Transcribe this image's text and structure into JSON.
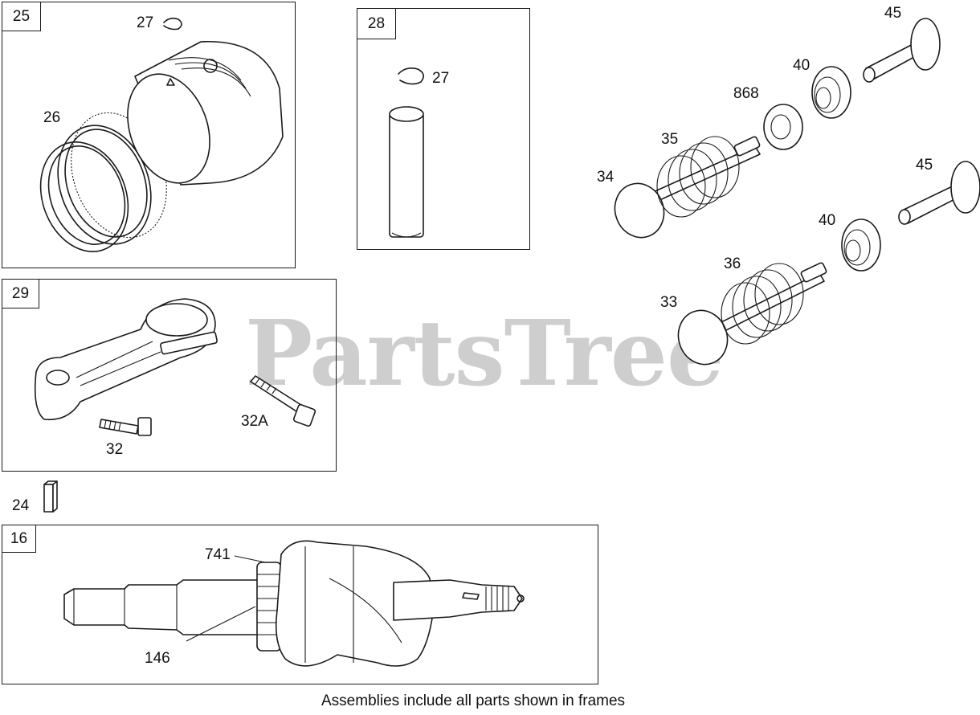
{
  "watermark": "PartsTree",
  "footer_note": "Assemblies include all parts shown in frames",
  "frames": {
    "piston": "25",
    "pin": "28",
    "rod": "29",
    "crank": "16"
  },
  "callouts": {
    "piston_ring_retainer": "27",
    "piston_rings": "26",
    "pin_retainer": "27",
    "rod_bolt": "32",
    "rod_bolt_alt": "32A",
    "key": "24",
    "crank_gear": "741",
    "crank_sprocket": "146",
    "tappet_top": "45",
    "tappet_bottom": "45",
    "retainer_top": "40",
    "retainer_bottom": "40",
    "seal": "868",
    "spring_top": "35",
    "spring_bottom": "36",
    "valve_exhaust": "34",
    "valve_intake": "33"
  }
}
